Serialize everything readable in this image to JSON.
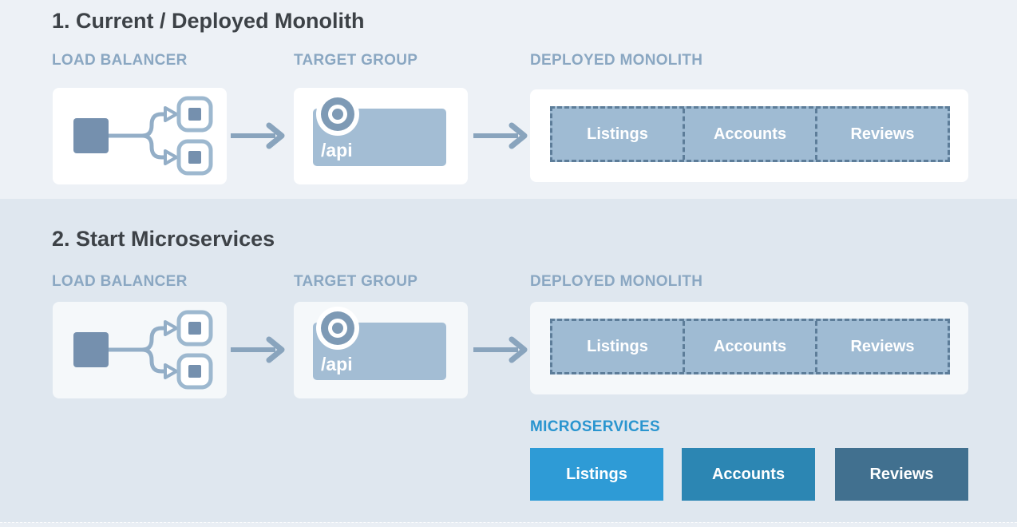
{
  "diagram": "monolith-to-microservices-migration",
  "colors": {
    "section1_background": "#edf1f6",
    "section2_background": "#dfe7ef",
    "card_background": "#ffffff",
    "card_background_alt": "#f5f8fa",
    "title_text": "#3d4247",
    "column_label_text": "#8aa7c2",
    "steel_line": "#93aec7",
    "steel_fill": "#7590ae",
    "arrow": "#89a4bd",
    "monolith_fill": "#9fbbd3",
    "monolith_dashed_border": "#5d7d99",
    "target_group_fill": "#a3bdd4",
    "microservices_label": "#2a95cf",
    "service_listings": "#2e9bd6",
    "service_accounts": "#2c86b3",
    "service_reviews": "#41708f"
  },
  "icons": {
    "load_balancer": "load-balancer-icon",
    "target_group": "target-bullseye-icon",
    "arrow": "arrow-right-icon"
  },
  "sections": [
    {
      "title": "1. Current / Deployed Monolith",
      "load_balancer": {
        "label": "LOAD BALANCER"
      },
      "target_group": {
        "label": "TARGET GROUP",
        "route": "/api"
      },
      "monolith": {
        "label": "DEPLOYED MONOLITH",
        "services": [
          "Listings",
          "Accounts",
          "Reviews"
        ]
      }
    },
    {
      "title": "2. Start Microservices",
      "load_balancer": {
        "label": "LOAD BALANCER"
      },
      "target_group": {
        "label": "TARGET GROUP",
        "route": "/api"
      },
      "monolith": {
        "label": "DEPLOYED MONOLITH",
        "services": [
          "Listings",
          "Accounts",
          "Reviews"
        ]
      },
      "microservices": {
        "label": "MICROSERVICES",
        "services": [
          {
            "name": "Listings",
            "color": "#2e9bd6"
          },
          {
            "name": "Accounts",
            "color": "#2c86b3"
          },
          {
            "name": "Reviews",
            "color": "#41708f"
          }
        ]
      }
    }
  ]
}
